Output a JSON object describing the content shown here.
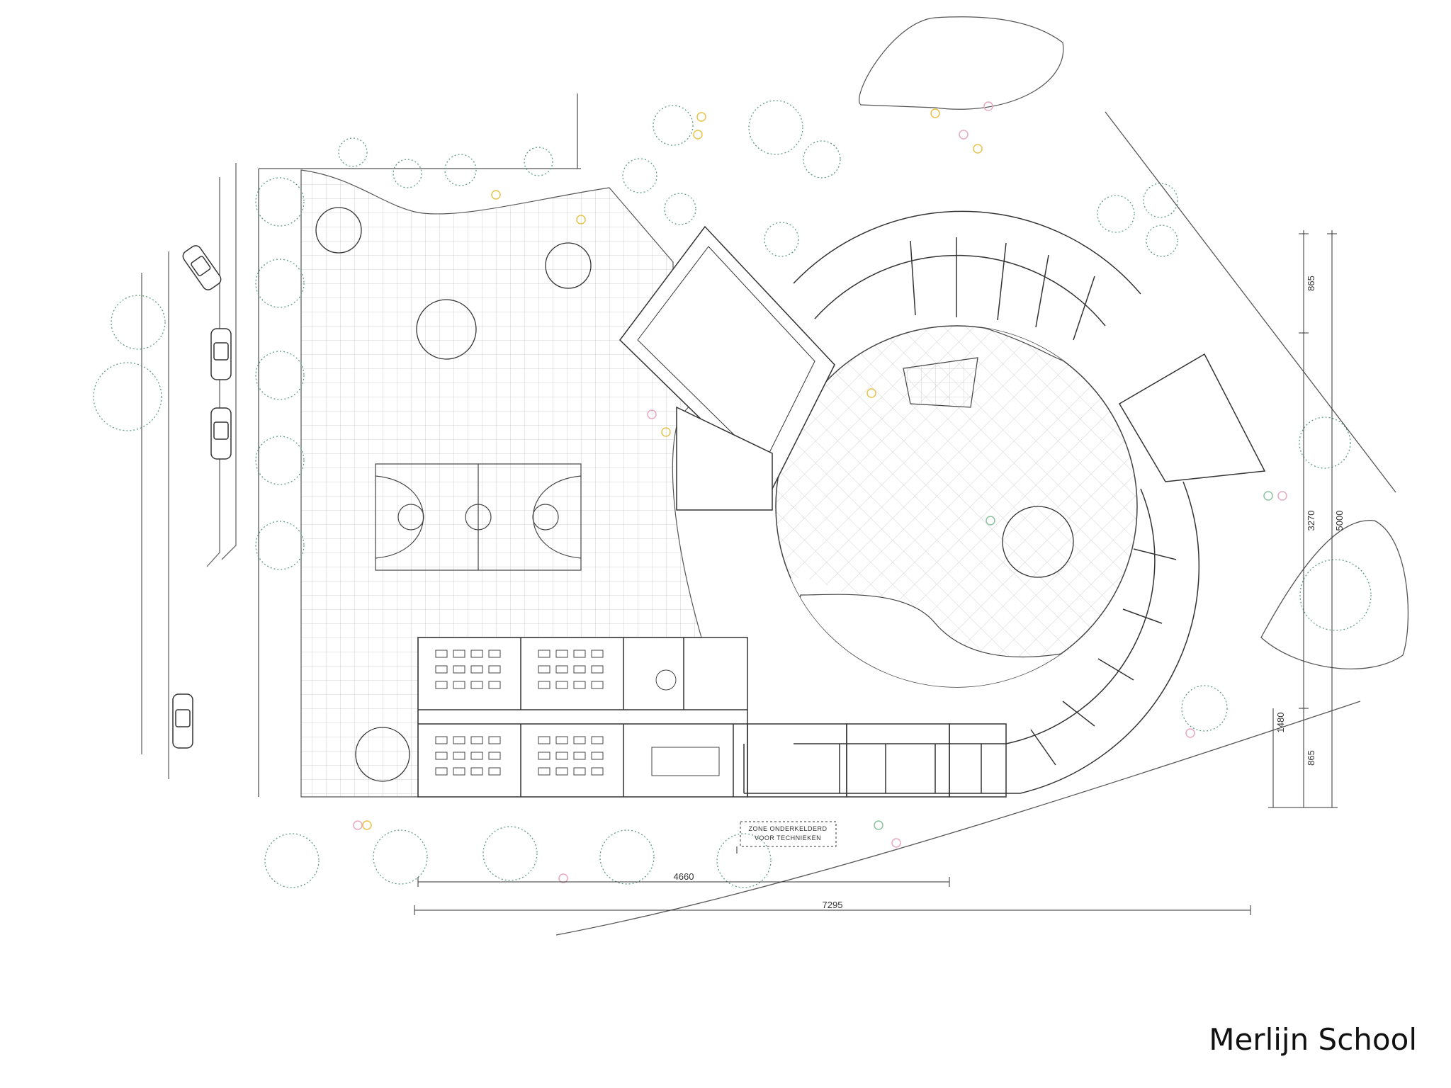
{
  "caption": "Merlijn School",
  "dimensions": {
    "bottom_inner": "4660",
    "bottom_outer": "7295",
    "right_top": "865",
    "right_middle": "3270",
    "right_overall": "5000",
    "right_lower": "1480",
    "right_bottom": "865"
  },
  "zone_note": {
    "line1": "ZONE ONDERKELDERD",
    "line2": "VOOR TECHNIEKEN"
  },
  "colors": {
    "line": "#3a3a3a",
    "grid": "#bdbdbd",
    "foliage": "#5e9c7e",
    "flower_yellow": "#e8c24a",
    "flower_pink": "#e8a8c2",
    "flower_green": "#8cc4a0"
  }
}
